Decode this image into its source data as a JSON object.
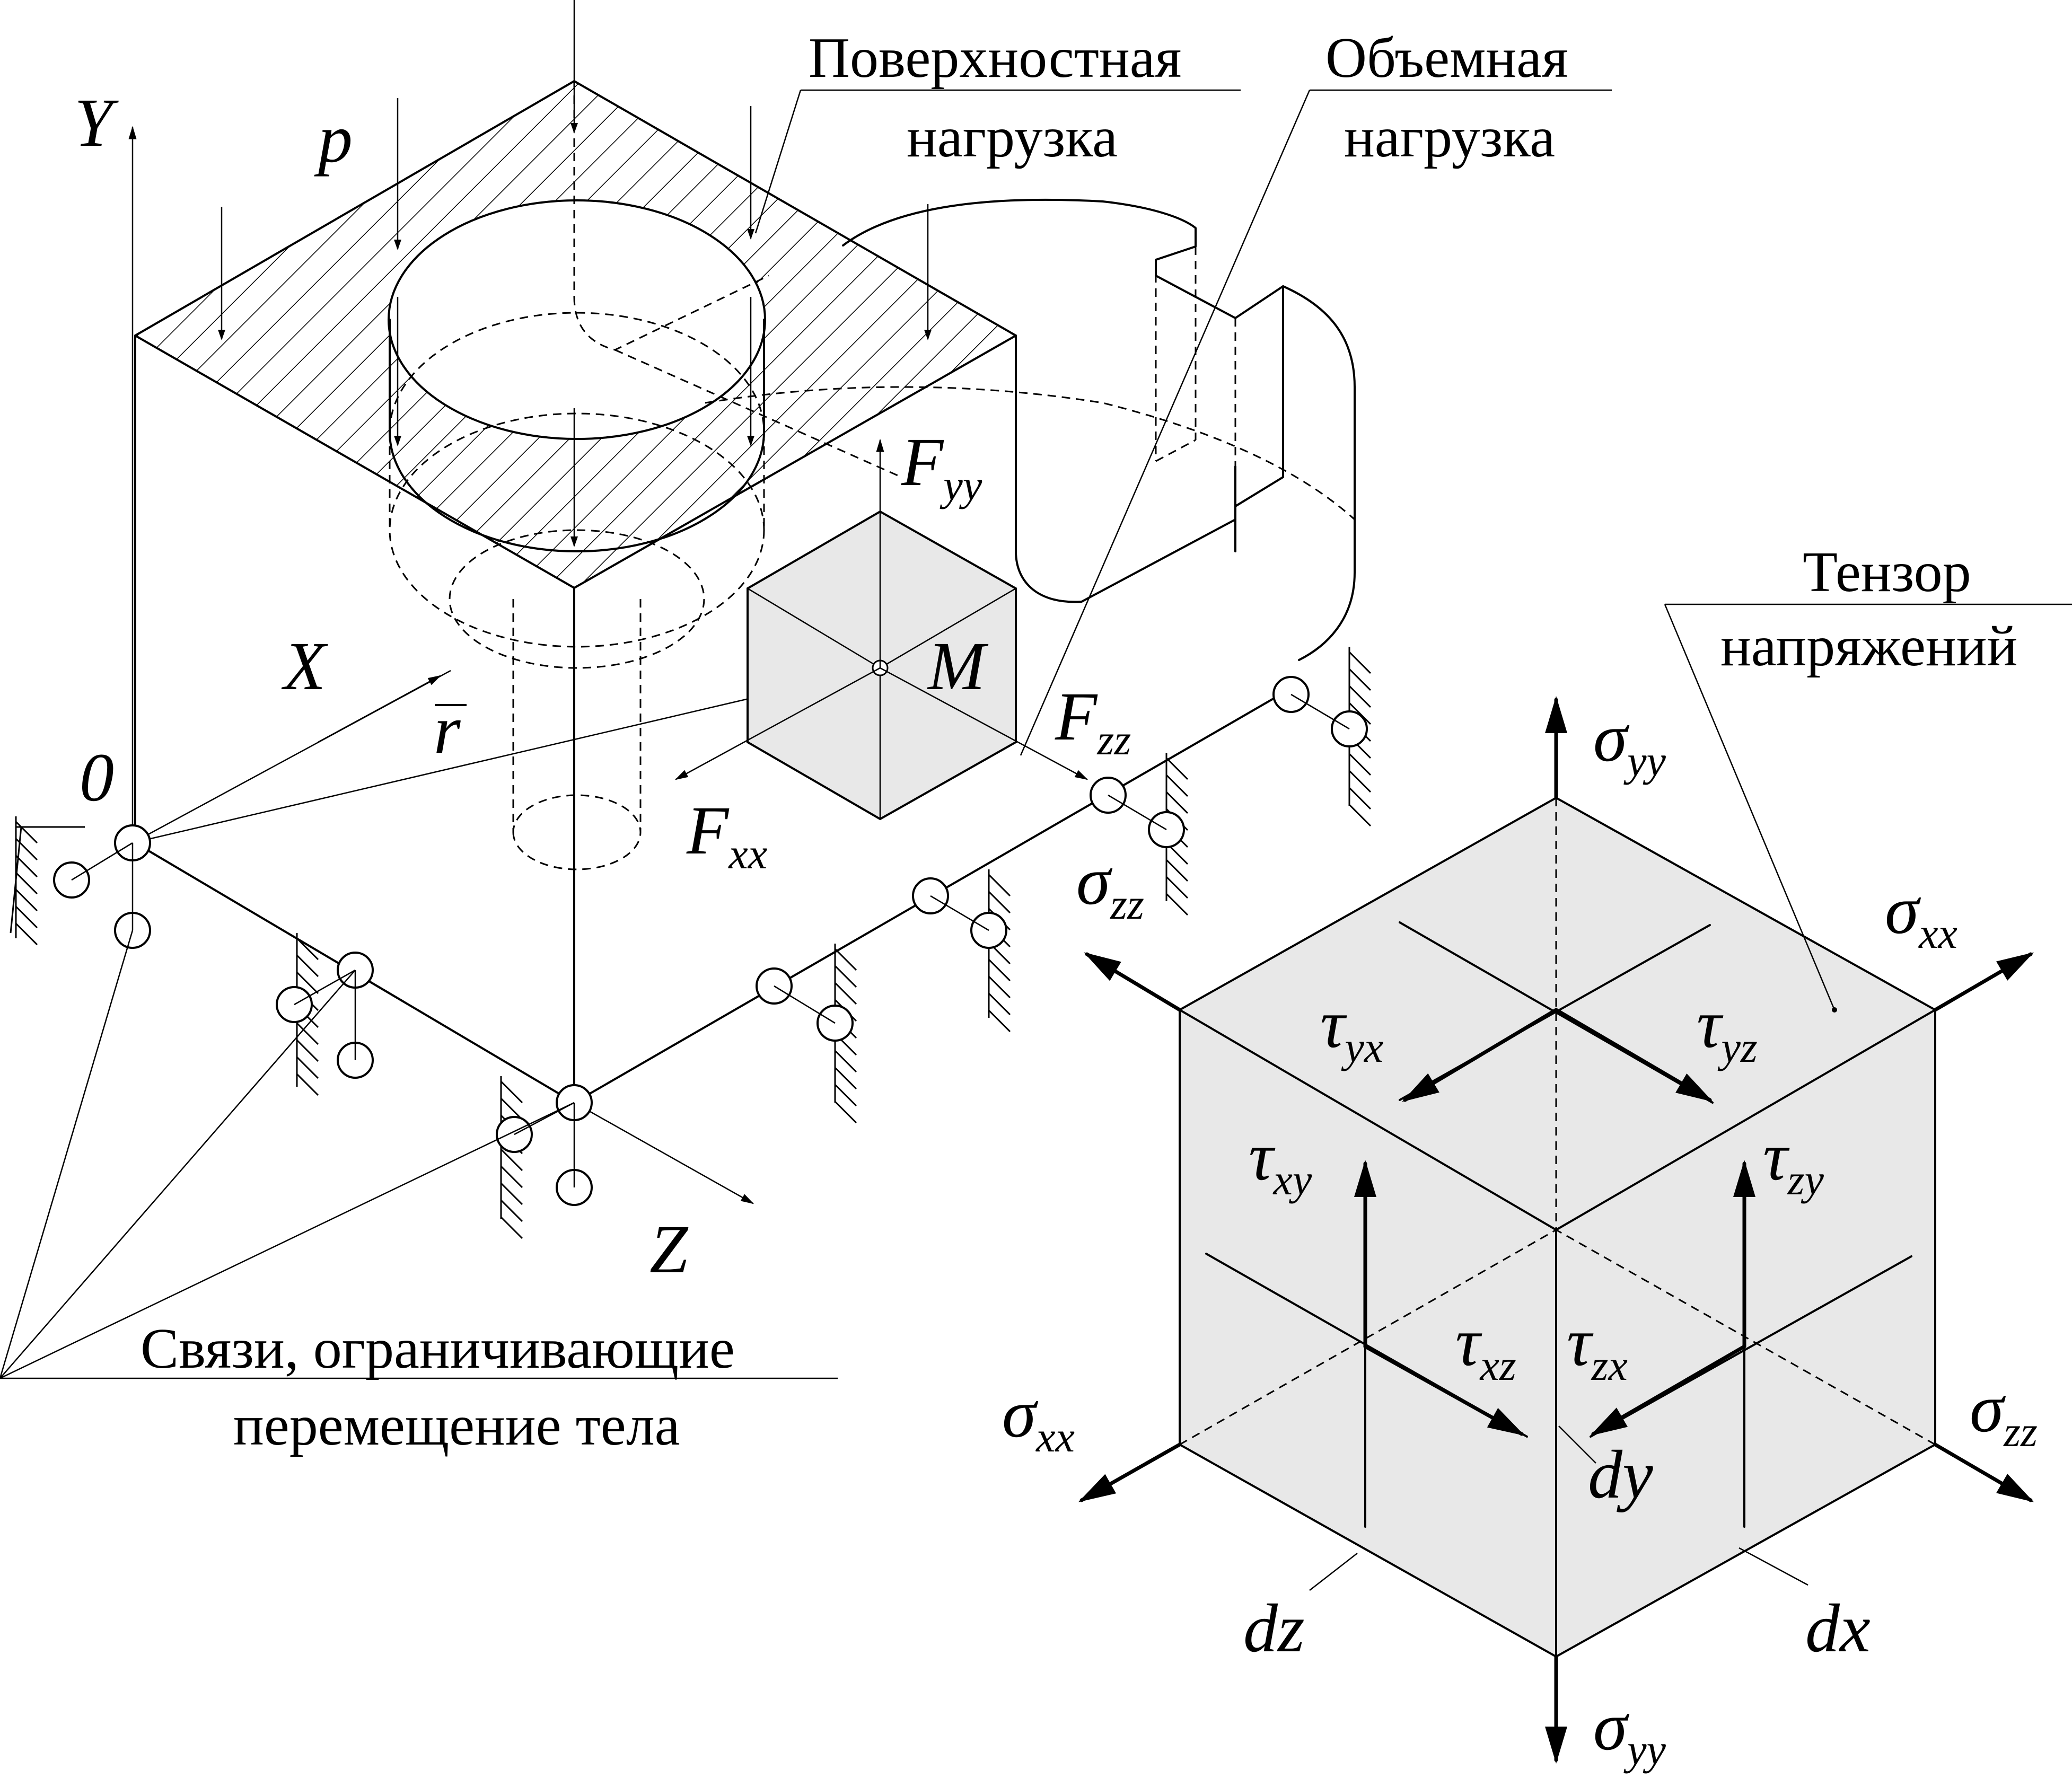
{
  "labels": {
    "surface_load": [
      "Поверхностная",
      "нагрузка"
    ],
    "volume_load": [
      "Объемная",
      "нагрузка"
    ],
    "stress_tensor": [
      "Тензор",
      "напряжений"
    ],
    "constraints": [
      "Связи, ограничивающие",
      "перемещение тела"
    ],
    "p": "p",
    "axis_x": "X",
    "axis_y": "Y",
    "axis_z": "Z",
    "origin": "0",
    "radius_vector": "r",
    "point_m": "M",
    "f_yy": {
      "base": "F",
      "sub": "yy"
    },
    "f_zz": {
      "base": "F",
      "sub": "zz"
    },
    "f_xx": {
      "base": "F",
      "sub": "xx"
    },
    "sigma_yy_top": {
      "base": "σ",
      "sub": "yy"
    },
    "sigma_yy_bottom": {
      "base": "σ",
      "sub": "yy"
    },
    "sigma_zz_left": {
      "base": "σ",
      "sub": "zz"
    },
    "sigma_zz_right": {
      "base": "σ",
      "sub": "zz"
    },
    "sigma_xx_right": {
      "base": "σ",
      "sub": "xx"
    },
    "sigma_xx_left": {
      "base": "σ",
      "sub": "xx"
    },
    "tau_yx": {
      "base": "τ",
      "sub": "yx"
    },
    "tau_yz": {
      "base": "τ",
      "sub": "yz"
    },
    "tau_xy": {
      "base": "τ",
      "sub": "xy"
    },
    "tau_zy": {
      "base": "τ",
      "sub": "zy"
    },
    "tau_xz": {
      "base": "τ",
      "sub": "xz"
    },
    "tau_zx": {
      "base": "τ",
      "sub": "zx"
    },
    "dy": "dy",
    "dz": "dz",
    "dx": "dx"
  },
  "colors": {
    "line": "#000000",
    "face_fill": "#e8e8e8",
    "background": "#ffffff"
  }
}
